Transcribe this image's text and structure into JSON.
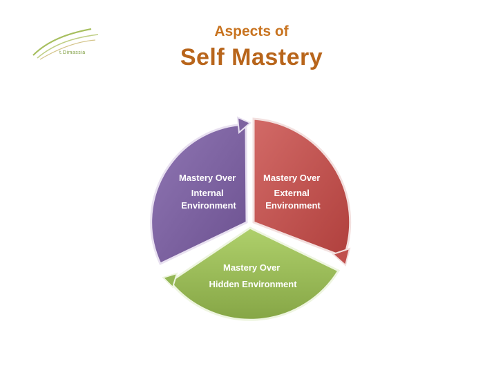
{
  "logo": {
    "top_text": "",
    "name": "t.Dimassia"
  },
  "title": {
    "line1": "Aspects of",
    "line2": "Self Mastery"
  },
  "segments": [
    {
      "id": "external",
      "label_lines": [
        "Mastery Over",
        "External",
        "Environment"
      ],
      "color": "#c0504d"
    },
    {
      "id": "hidden",
      "label_lines": [
        "Mastery Over",
        "Hidden Environment"
      ],
      "color": "#9bbb59"
    },
    {
      "id": "internal",
      "label_lines": [
        "Mastery Over",
        "Internal",
        "Environment"
      ],
      "color": "#8064a2"
    }
  ]
}
